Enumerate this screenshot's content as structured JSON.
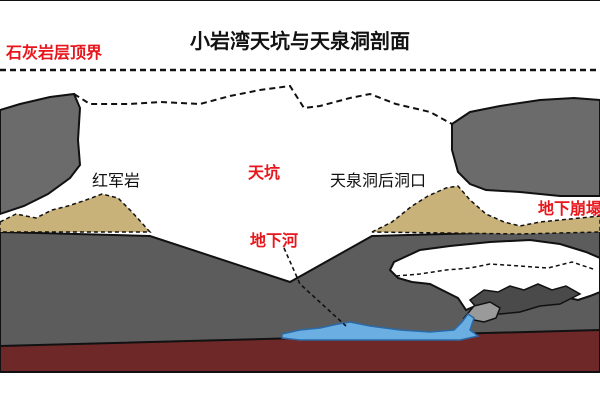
{
  "title": "小岩湾天坑与天泉洞剖面",
  "labels": {
    "limestone_boundary": "石灰岩层顶界",
    "hongjunyan": "红军岩",
    "tiankeng": "天坑",
    "tianquan_back_entrance": "天泉洞后洞口",
    "underground_river": "地下河",
    "underground_collapse": "地下崩塌"
  },
  "colors": {
    "rock_dark": "#676767",
    "rock_mid": "#5b5b5b",
    "sediment": "#c8b27a",
    "bedrock_red": "#6f2828",
    "water": "#6aaee2",
    "label_red": "#e8151b",
    "outline": "#111111"
  }
}
